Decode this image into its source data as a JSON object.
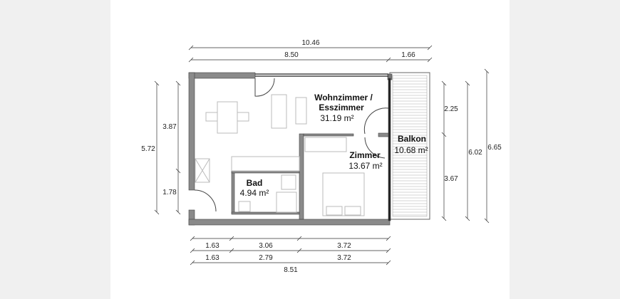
{
  "rooms": [
    {
      "name_line1": "Wohnzimmer /",
      "name_line2": "Esszimmer",
      "area": "31.19 m²"
    },
    {
      "name": "Zimmer",
      "area": "13.67 m²"
    },
    {
      "name": "Bad",
      "area": "4.94 m²"
    },
    {
      "name": "Balkon",
      "area": "10.68 m²"
    }
  ],
  "dimensions": {
    "top_total": "10.46",
    "top_main": "8.50",
    "top_balcony": "1.66",
    "left_total": "5.72",
    "left_upper": "3.87",
    "left_lower": "1.78",
    "right_upper": "2.25",
    "right_lower": "3.67",
    "right_mid": "6.02",
    "right_total": "6.65",
    "bottom_row1": [
      "1.63",
      "3.06",
      "3.72"
    ],
    "bottom_row2": [
      "1.63",
      "2.79",
      "3.72"
    ],
    "bottom_total": "8.51"
  },
  "colors": {
    "wall": "#8a8a8a",
    "wall_edge": "#444444",
    "furniture": "#bbbbbb",
    "line": "#333333"
  }
}
